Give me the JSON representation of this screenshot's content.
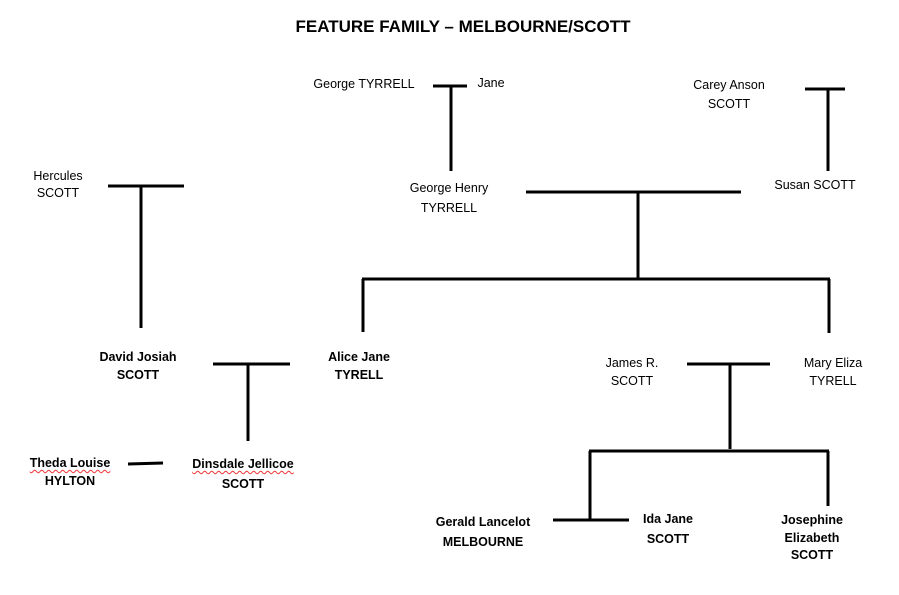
{
  "title": "FEATURE FAMILY – MELBOURNE/SCOTT",
  "people": {
    "george_tyrrell": {
      "name": "George TYRRELL"
    },
    "jane": {
      "name": "Jane"
    },
    "carey_anson_scott": {
      "first": "Carey Anson",
      "last": "SCOTT"
    },
    "hercules_scott": {
      "first": "Hercules",
      "last": "SCOTT"
    },
    "george_henry_tyrrell": {
      "first": "George Henry",
      "last": "TYRRELL"
    },
    "susan_scott": {
      "name": "Susan SCOTT"
    },
    "david_josiah_scott": {
      "first": "David Josiah",
      "last": "SCOTT"
    },
    "alice_jane_tyrell": {
      "first": "Alice Jane",
      "last": "TYRELL"
    },
    "theda_louise_hylton": {
      "first": "Theda Louise",
      "last": "HYLTON"
    },
    "dinsdale_jellicoe_scott": {
      "first": "Dinsdale Jellicoe",
      "last": "SCOTT"
    },
    "james_r_scott": {
      "first": "James R.",
      "last": "SCOTT"
    },
    "mary_eliza_tyrell": {
      "first": "Mary Eliza",
      "last": "TYRELL"
    },
    "gerald_lancelot_melbourne": {
      "first": "Gerald Lancelot",
      "last": "MELBOURNE"
    },
    "ida_jane_scott": {
      "first": "Ida Jane",
      "last": "SCOTT"
    },
    "josephine_elizabeth_scott": {
      "first": "Josephine",
      "middle": "Elizabeth",
      "last": "SCOTT"
    }
  }
}
